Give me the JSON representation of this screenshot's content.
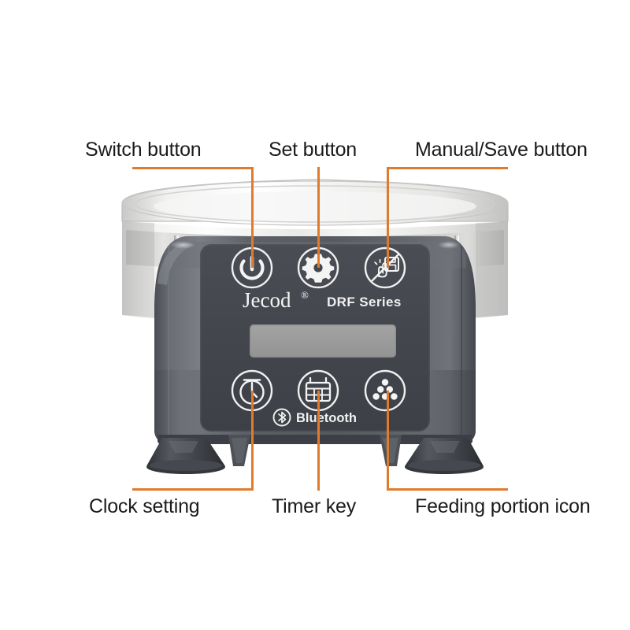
{
  "page": {
    "background": "#ffffff",
    "accent_color": "#e07b2c",
    "label_color": "#1b1b1b"
  },
  "callouts": [
    {
      "id": "switch-button",
      "label": "Switch button",
      "target": "power-button"
    },
    {
      "id": "set-button",
      "label": "Set button",
      "target": "gear-button"
    },
    {
      "id": "manual-save",
      "label": "Manual/Save button",
      "target": "manual-save-button"
    },
    {
      "id": "clock-setting",
      "label": "Clock setting",
      "target": "clock-button"
    },
    {
      "id": "timer-key",
      "label": "Timer key",
      "target": "calendar-button"
    },
    {
      "id": "feeding-portion",
      "label": "Feeding portion icon",
      "target": "portion-button"
    }
  ],
  "device": {
    "brand": "Jecod",
    "brand_mark": "®",
    "series": "DRF Series",
    "bluetooth_label": "Bluetooth",
    "display_value": "",
    "colors": {
      "body": "#5a5d64",
      "panel": "#44474e",
      "hopper": "#e8e8e6",
      "lcd": "#9a9a9a",
      "icon": "#f2f2f2"
    },
    "buttons": [
      {
        "id": "power-button",
        "icon": "power-icon",
        "row": "top",
        "name": "Switch button"
      },
      {
        "id": "gear-button",
        "icon": "gear-icon",
        "row": "top",
        "name": "Set button"
      },
      {
        "id": "manual-save-button",
        "icon": "hand-save-icon",
        "row": "top",
        "name": "Manual/Save button"
      },
      {
        "id": "clock-button",
        "icon": "clock-icon",
        "row": "bottom",
        "name": "Clock setting"
      },
      {
        "id": "calendar-button",
        "icon": "calendar-icon",
        "row": "bottom",
        "name": "Timer key"
      },
      {
        "id": "portion-button",
        "icon": "pellets-icon",
        "row": "bottom",
        "name": "Feeding portion icon"
      }
    ]
  }
}
